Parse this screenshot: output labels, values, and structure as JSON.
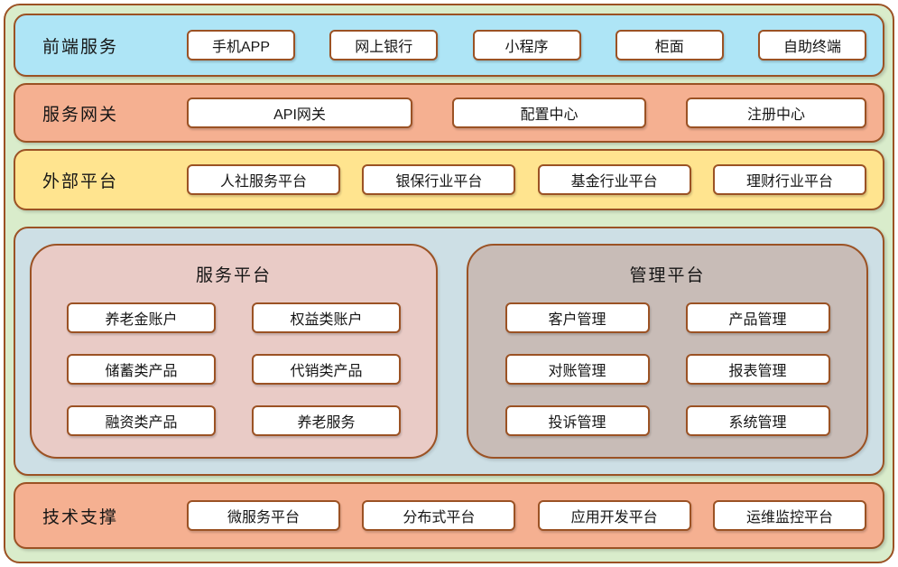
{
  "bands": {
    "frontend": {
      "label": "前端服务",
      "items": [
        "手机APP",
        "网上银行",
        "小程序",
        "柜面",
        "自助终端"
      ]
    },
    "gateway": {
      "label": "服务网关",
      "items": [
        "API网关",
        "配置中心",
        "注册中心"
      ]
    },
    "external": {
      "label": "外部平台",
      "items": [
        "人社服务平台",
        "银保行业平台",
        "基金行业平台",
        "理财行业平台"
      ]
    },
    "support": {
      "label": "技术支撑",
      "items": [
        "微服务平台",
        "分布式平台",
        "应用开发平台",
        "运维监控平台"
      ]
    }
  },
  "platforms": {
    "service": {
      "title": "服务平台",
      "items": [
        "养老金账户",
        "权益类账户",
        "储蓄类产品",
        "代销类产品",
        "融资类产品",
        "养老服务"
      ]
    },
    "management": {
      "title": "管理平台",
      "items": [
        "客户管理",
        "产品管理",
        "对账管理",
        "报表管理",
        "投诉管理",
        "系统管理"
      ]
    }
  },
  "colors": {
    "border": "#9b5224",
    "page_background": "#d9eccb",
    "frontend_band": "#aee5f6",
    "gateway_band": "#f5b091",
    "external_band": "#ffe48f",
    "middle_container": "#cddfe5",
    "service_panel": "#e9cbc6",
    "management_panel": "#c8bcb7",
    "support_band": "#f5b091",
    "box_background": "#ffffff"
  }
}
